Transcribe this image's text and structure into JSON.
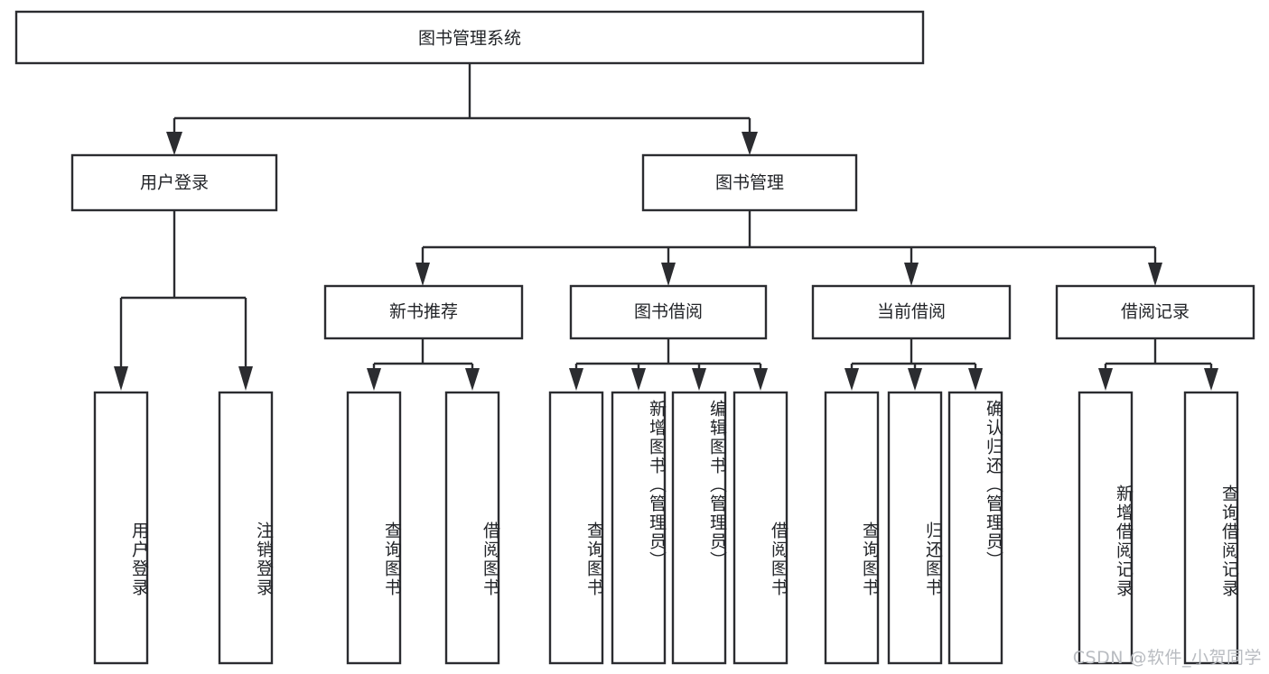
{
  "diagram": {
    "type": "tree-hierarchy-chart",
    "title": "图书管理系统",
    "orientation": "top-down",
    "background_color": "#ffffff",
    "line_color": "#2b2c30",
    "box_fill": "#ffffff",
    "text_color": "#222428",
    "root": {
      "label": "图书管理系统",
      "text_direction": "horizontal"
    },
    "level2": [
      {
        "id": "user-login",
        "label": "用户登录",
        "text_direction": "horizontal",
        "children": [
          {
            "id": "user-login-do",
            "label": "用户登录",
            "text_direction": "vertical"
          },
          {
            "id": "user-logout",
            "label": "注销登录",
            "text_direction": "vertical"
          }
        ]
      },
      {
        "id": "book-management",
        "label": "图书管理",
        "text_direction": "horizontal",
        "children": [
          {
            "id": "new-book-recommend",
            "label": "新书推荐",
            "text_direction": "horizontal",
            "children": [
              {
                "id": "query-book-1",
                "label": "查询图书",
                "text_direction": "vertical"
              },
              {
                "id": "borrow-book-1",
                "label": "借阅图书",
                "text_direction": "vertical"
              }
            ]
          },
          {
            "id": "book-borrowing",
            "label": "图书借阅",
            "text_direction": "horizontal",
            "children": [
              {
                "id": "query-book-2",
                "label": "查询图书",
                "text_direction": "vertical"
              },
              {
                "id": "add-book-admin",
                "label": "新增图书（管理员）",
                "text_direction": "vertical"
              },
              {
                "id": "edit-book-admin",
                "label": "编辑图书（管理员）",
                "text_direction": "vertical"
              },
              {
                "id": "borrow-book-2",
                "label": "借阅图书",
                "text_direction": "vertical"
              }
            ]
          },
          {
            "id": "current-borrowing",
            "label": "当前借阅",
            "text_direction": "horizontal",
            "children": [
              {
                "id": "query-book-3",
                "label": "查询图书",
                "text_direction": "vertical"
              },
              {
                "id": "return-book",
                "label": "归还图书",
                "text_direction": "vertical"
              },
              {
                "id": "confirm-return-admin",
                "label": "确认归还（管理员）",
                "text_direction": "vertical"
              }
            ]
          },
          {
            "id": "borrow-records",
            "label": "借阅记录",
            "text_direction": "horizontal",
            "children": [
              {
                "id": "add-borrow-record",
                "label": "新增借阅记录",
                "text_direction": "vertical"
              },
              {
                "id": "query-borrow-record",
                "label": "查询借阅记录",
                "text_direction": "vertical"
              }
            ]
          }
        ]
      }
    ]
  },
  "watermark": {
    "text": "CSDN @软件_小贺同学",
    "color": "#b9bcc1"
  }
}
